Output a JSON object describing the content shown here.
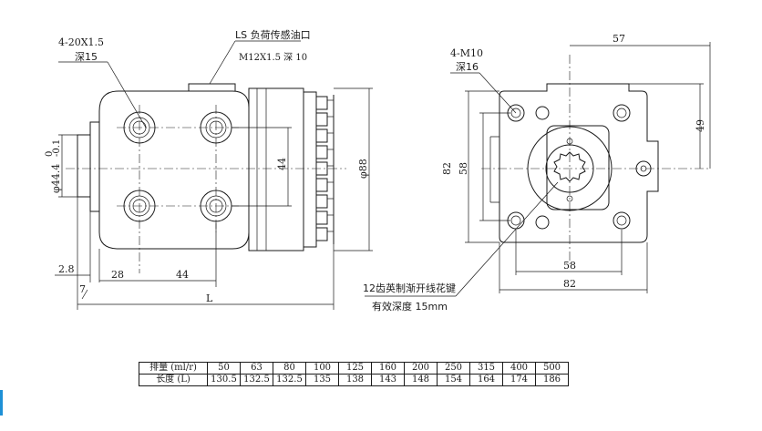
{
  "labels": {
    "front_holes": "4-20X1.5",
    "front_depth": "深15",
    "ls_port_line1": "LS 负荷传感油口",
    "ls_port_line2": "M12X1.5 深 10",
    "dim_44_vert": "44",
    "dim_phi88": "φ88",
    "dim_phi44": "φ44.4",
    "dim_phi44_tol": "-0.1",
    "dim_phi44_tol_top": "0",
    "dim_2_8": "2.8",
    "dim_7": "7",
    "dim_28": "28",
    "dim_44_horiz": "44",
    "dim_L": "L",
    "side_holes": "4-M10",
    "side_depth": "深16",
    "dim_57": "57",
    "dim_49": "49",
    "dim_82_vert": "82",
    "dim_58_vert": "58",
    "dim_58_horiz": "58",
    "dim_82_horiz": "82",
    "spline_line1": "12齿英制渐开线花键",
    "spline_line2": "有效深度  15mm"
  },
  "table": {
    "row1_header": "排量 (ml/r)",
    "row2_header": "长度 (L)",
    "displacement": [
      "50",
      "63",
      "80",
      "100",
      "125",
      "160",
      "200",
      "250",
      "315",
      "400",
      "500"
    ],
    "length": [
      "130.5",
      "132.5",
      "132.5",
      "135",
      "138",
      "143",
      "148",
      "154",
      "164",
      "174",
      "186"
    ]
  }
}
